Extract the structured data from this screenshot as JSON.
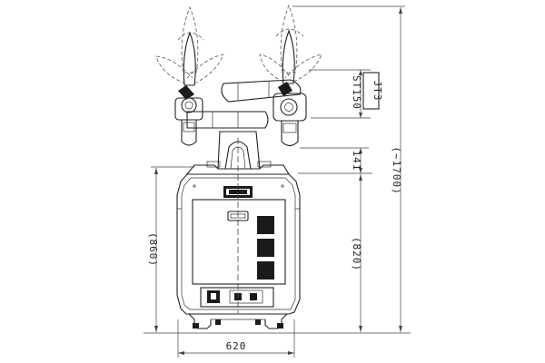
{
  "dimensions": {
    "base_width": "620",
    "base_height": "(860)",
    "body_height": "(820)",
    "overall_height": "(~1700)",
    "shoulder_offset": "141",
    "stroke": "ST150"
  },
  "labels": {
    "joint": "JT3"
  }
}
